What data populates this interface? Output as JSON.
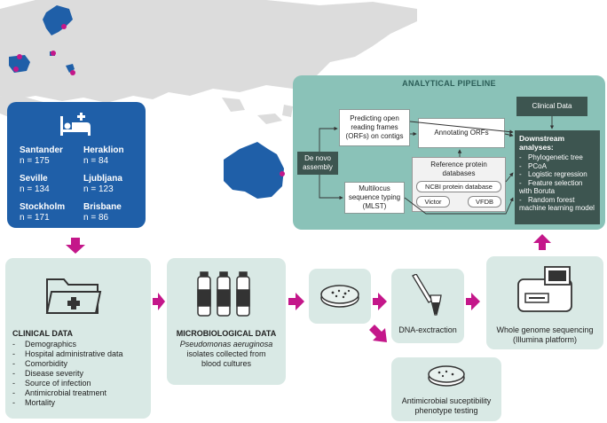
{
  "cohort": {
    "sites": [
      {
        "city": "Santander",
        "n": "n = 175"
      },
      {
        "city": "Heraklion",
        "n": "n = 84"
      },
      {
        "city": "Seville",
        "n": "n = 134"
      },
      {
        "city": "Ljubljana",
        "n": "n = 123"
      },
      {
        "city": "Stockholm",
        "n": "n = 171"
      },
      {
        "city": "Brisbane",
        "n": "n = 86"
      }
    ]
  },
  "pipeline": {
    "title": "ANALYTICAL PIPELINE",
    "de_novo": "De novo assembly",
    "orfs": "Predicting open reading frames (ORFs) on contigs",
    "mlst": "Multilocus sequence typing (MLST)",
    "annotating": "Annotating ORFs",
    "ref_db": "Reference protein databases",
    "ncbi": "NCBI protein database",
    "victor": "Victor",
    "vfdb": "VFDB",
    "clinical_data": "Clinical Data",
    "downstream_title": "Downstream analyses:",
    "downstream_items": [
      "Phylogenetic tree",
      "PCoA",
      "Logistic regression",
      "Feature selection with Boruta",
      "Random forest machine learning model"
    ]
  },
  "clinical": {
    "title": "CLINICAL DATA",
    "items": [
      "Demographics",
      "Hospital administrative data",
      "Comorbidity",
      "Disease severity",
      "Source of infection",
      "Antimicrobial treatment",
      "Mortality"
    ]
  },
  "micro": {
    "title": "MICROBIOLOGICAL DATA",
    "species": "Pseudomonas aeruginosa",
    "desc": "isolates collected from blood cultures"
  },
  "dna": {
    "label": "DNA-exctraction"
  },
  "ast": {
    "label": "Antimicrobial suceptibility phenotype testing"
  },
  "wgs": {
    "label": "Whole genome sequencing (Illumina platform)"
  },
  "colors": {
    "blue": "#1f5fa8",
    "teal": "#8ac2b8",
    "panel": "#d9e9e5",
    "arrow": "#c4178a",
    "dark": "#3d5550"
  }
}
